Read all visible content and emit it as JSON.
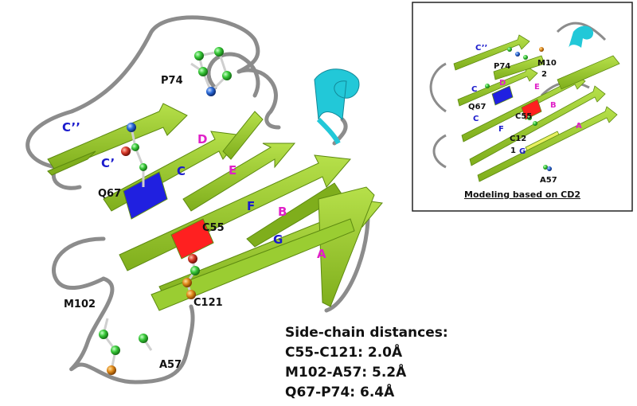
{
  "main_structure": {
    "strand_labels": {
      "A": "A",
      "B": "B",
      "C": "C",
      "C_prime": "C’",
      "C_double_prime": "C’’",
      "D": "D",
      "E": "E",
      "F": "F",
      "G": "G"
    },
    "residue_labels": {
      "P74": "P74",
      "Q67": "Q67",
      "C55": "C55",
      "M102": "M102",
      "C121": "C121",
      "A57": "A57"
    }
  },
  "distances": {
    "heading": "Side-chain distances:",
    "rows": [
      {
        "text": "C55-C121: 2.0Å"
      },
      {
        "text": "M102-A57: 5.2Å"
      },
      {
        "text": "Q67-P74: 6.4Å"
      }
    ]
  },
  "inset": {
    "caption": "Modeling based on CD2",
    "strand_labels": {
      "C_double_prime": "C’’",
      "C_prime": "C",
      "C": "C",
      "D": "D",
      "E": "E",
      "B": "B",
      "F": "F",
      "G": "G",
      "A": "A"
    },
    "residue_labels": {
      "P74": "P74",
      "M10": "M10",
      "M10_line2": "2",
      "Q67": "Q67",
      "C55": "C55",
      "C12": "C12",
      "C12_line2": "1",
      "A57": "A57"
    }
  },
  "colors": {
    "sheet_green": "#9acd32",
    "sheet_green_dark": "#6f9a18",
    "loop_gray": "#8c8c8c",
    "helix_cyan": "#22c8d8",
    "highlight_red": "#ff2020",
    "highlight_blue": "#2020e0",
    "atom_green": "#38c838",
    "atom_blue": "#2a6ad8",
    "atom_orange": "#e08a1a",
    "atom_red": "#d83a2a"
  }
}
